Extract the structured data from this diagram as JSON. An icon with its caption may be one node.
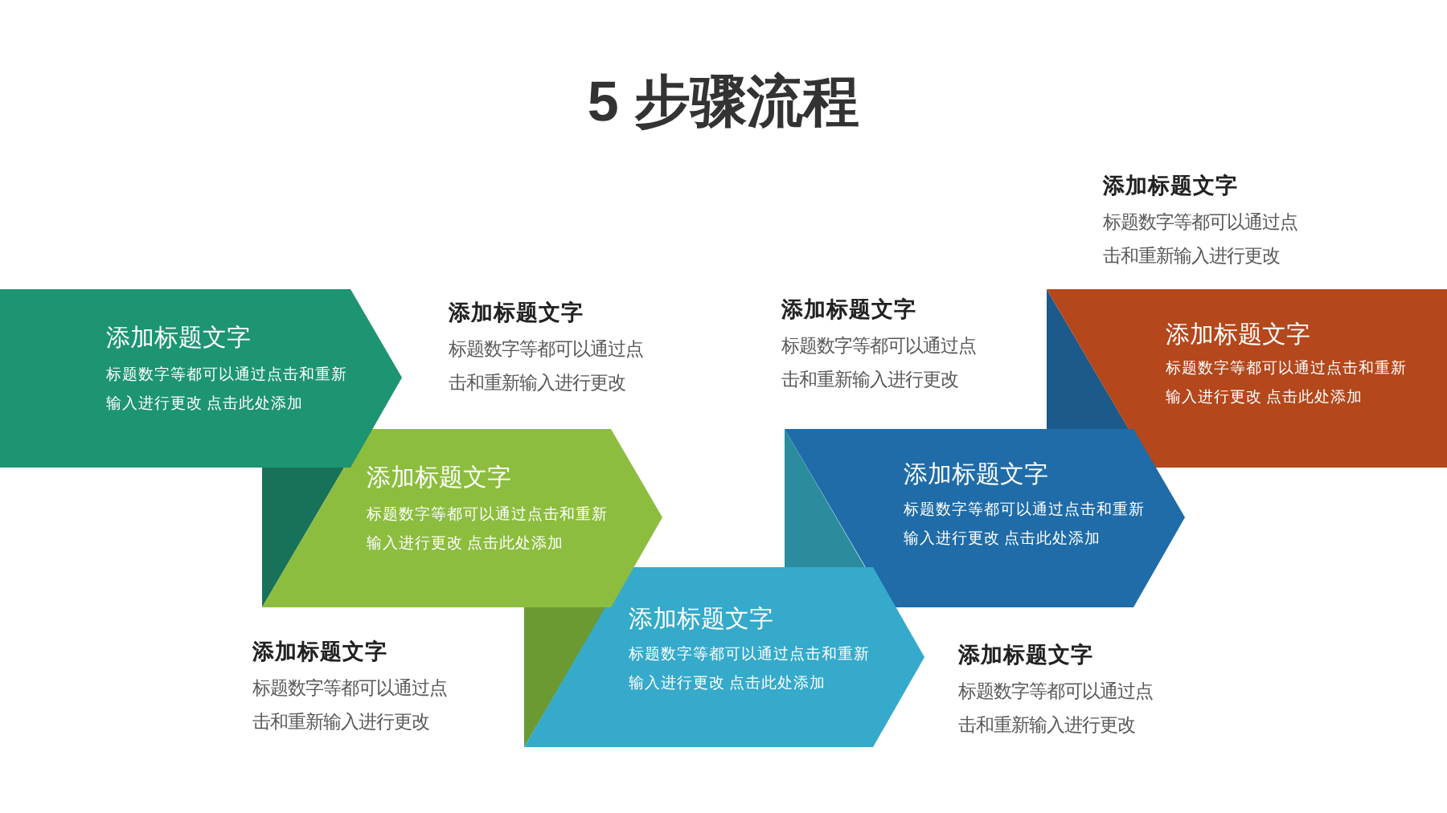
{
  "diagram": {
    "title": "5 步骤流程",
    "nodes": [
      {
        "text": [
          "添加标题文字",
          "标题数字等都可以通过点击和重新输入进行更改 点击此处添加"
        ],
        "beside": [
          "添加标题文字",
          "标题数字等都可以通过点击和重新输入进行更改"
        ]
      },
      {
        "text": [
          "添加标题文字",
          "标题数字等都可以通过点击和重新输入进行更改 点击此处添加"
        ],
        "beside": [
          "添加标题文字",
          "标题数字等都可以通过点击和重新输入进行更改"
        ]
      },
      {
        "text": [
          "添加标题文字",
          "标题数字等都可以通过点击和重新输入进行更改 点击此处添加"
        ],
        "beside": [
          "添加标题文字",
          "标题数字等都可以通过点击和重新输入进行更改"
        ]
      },
      {
        "text": [
          "添加标题文字",
          "标题数字等都可以通过点击和重新输入进行更改 点击此处添加"
        ],
        "beside": [
          "添加标题文字",
          "标题数字等都可以通过点击和重新输入进行更改"
        ]
      },
      {
        "text": [
          "添加标题文字",
          "标题数字等都可以通过点击和重新输入进行更改 点击此处添加"
        ],
        "beside": [
          "添加标题文字",
          "标题数字等都可以通过点击和重新输入进行更改"
        ]
      }
    ]
  }
}
